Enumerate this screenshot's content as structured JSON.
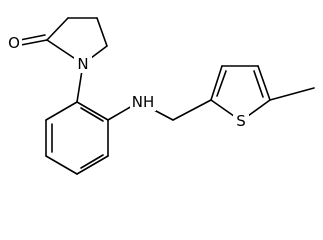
{
  "atoms": {
    "carbonyl_oxygen": "O",
    "ring_nitrogen": "N",
    "amine": "NH",
    "thiophene_sulfur": "S"
  },
  "colors": {
    "bond": "#000000",
    "background": "#ffffff"
  }
}
